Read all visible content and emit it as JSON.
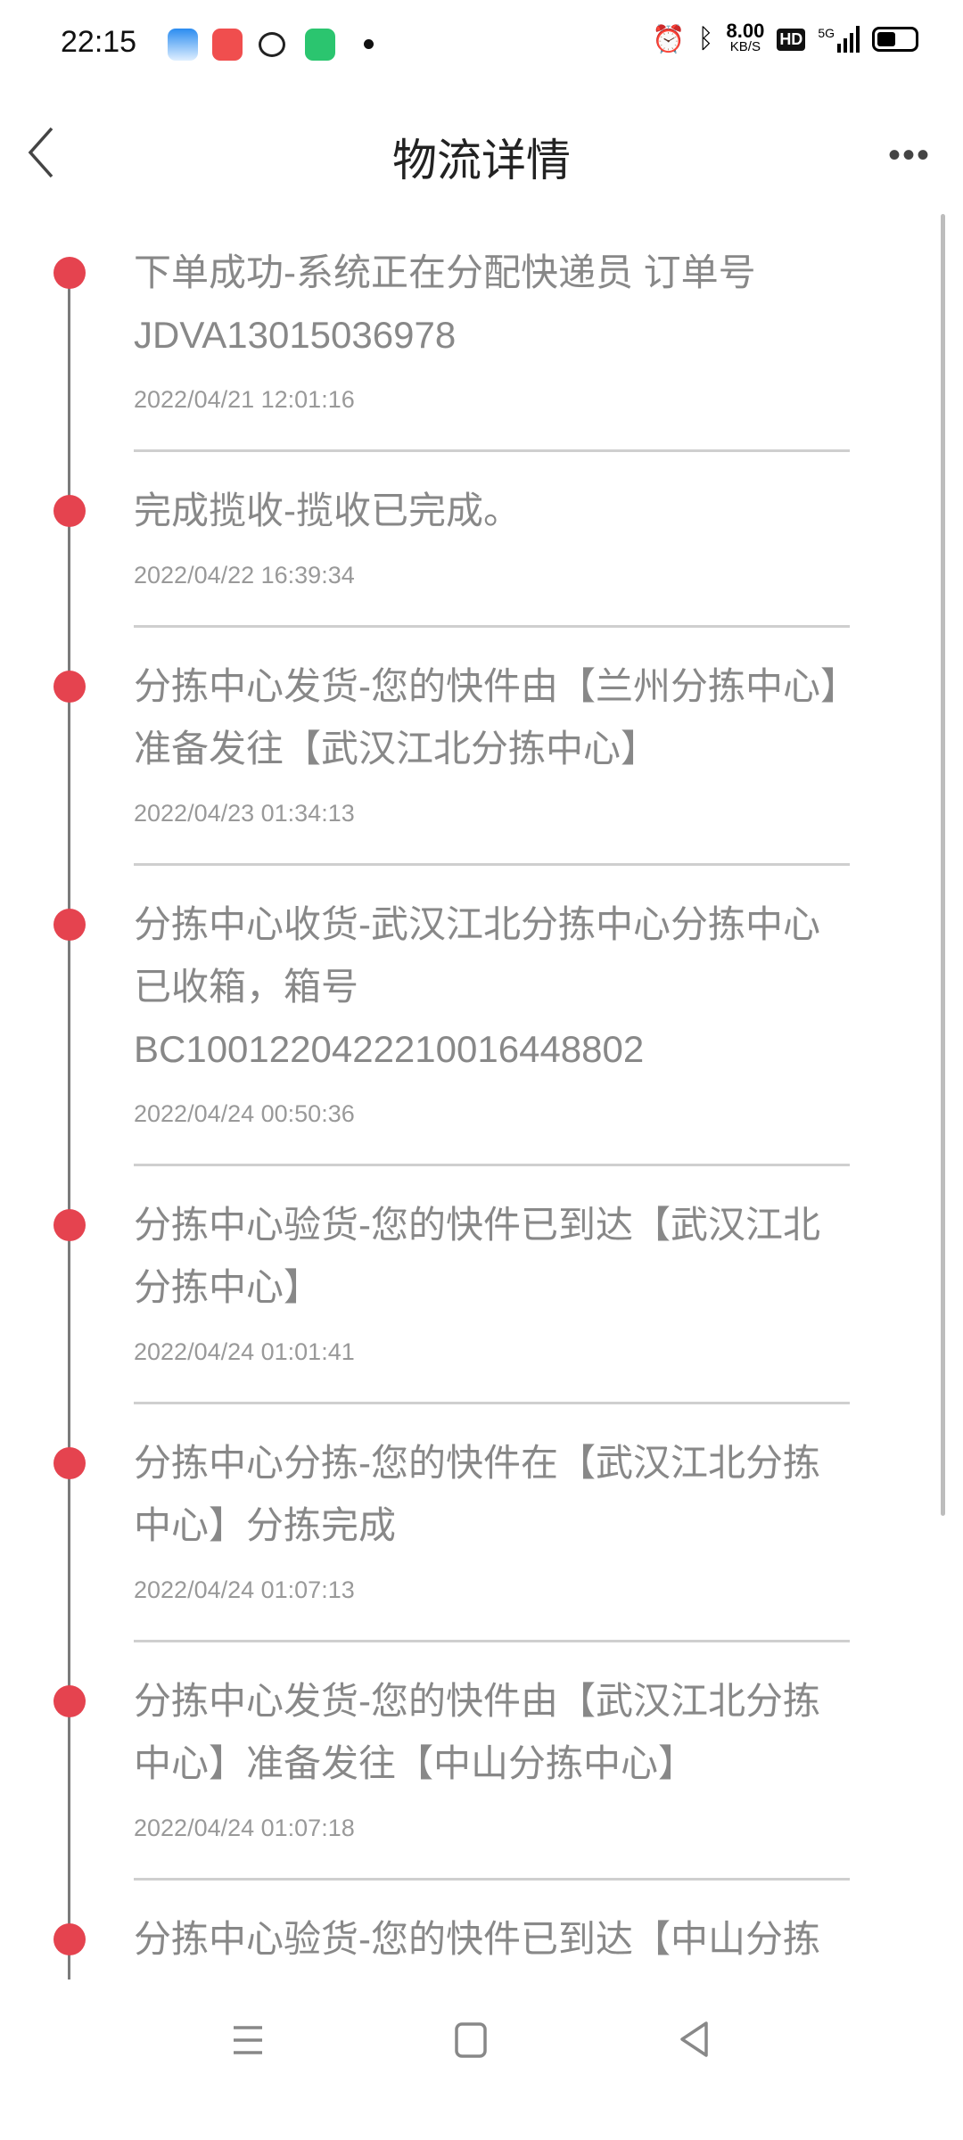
{
  "status_bar": {
    "time": "22:15",
    "net_speed": "8.00",
    "net_unit": "KB/S",
    "hd": "HD",
    "signal": "5G"
  },
  "header": {
    "title": "物流详情"
  },
  "timeline": [
    {
      "desc": "下单成功-系统正在分配快递员 订单号JDVA13015036978",
      "date": "2022/04/21 12:01:16"
    },
    {
      "desc": "完成揽收-揽收已完成。",
      "date": "2022/04/22 16:39:34"
    },
    {
      "desc": "分拣中心发货-您的快件由【兰州分拣中心】准备发往【武汉江北分拣中心】",
      "date": "2022/04/23 01:34:13"
    },
    {
      "desc": "分拣中心收货-武汉江北分拣中心分拣中心已收箱，箱号BC1001220422210016448802",
      "date": "2022/04/24 00:50:36"
    },
    {
      "desc": "分拣中心验货-您的快件已到达【武汉江北分拣中心】",
      "date": "2022/04/24 01:01:41"
    },
    {
      "desc": "分拣中心分拣-您的快件在【武汉江北分拣中心】分拣完成",
      "date": "2022/04/24 01:07:13"
    },
    {
      "desc": "分拣中心发货-您的快件由【武汉江北分拣中心】准备发往【中山分拣中心】",
      "date": "2022/04/24 01:07:18"
    },
    {
      "desc": "分拣中心验货-您的快件已到达【中山分拣中心】",
      "date": ""
    }
  ],
  "colors": {
    "accent": "#e5434f",
    "line": "#7b7b7b"
  }
}
